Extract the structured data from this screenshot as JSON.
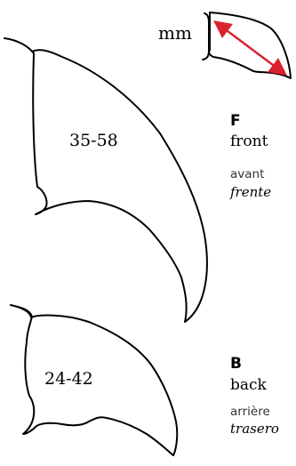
{
  "measure": {
    "unit": "mm",
    "arrow_color": "#d9232e"
  },
  "claws": [
    {
      "size_range": "35-58",
      "code": "F",
      "en": "front",
      "fr": "avant",
      "es": "frente"
    },
    {
      "size_range": "24-42",
      "code": "B",
      "en": "back",
      "fr": "arrière",
      "es": "trasero"
    }
  ]
}
